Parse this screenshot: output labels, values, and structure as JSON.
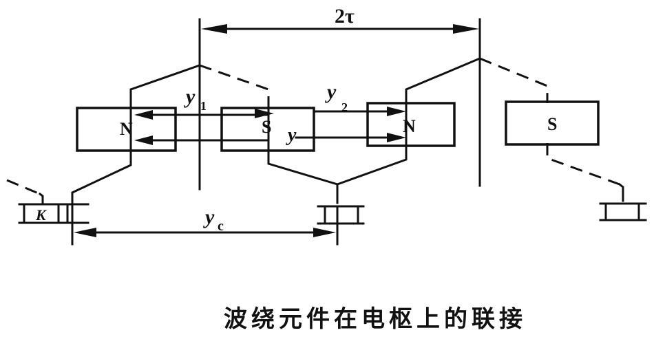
{
  "labels": {
    "pole_spacing": "2τ",
    "front_pitch": "y",
    "front_pitch_sub": "1",
    "back_pitch": "y",
    "back_pitch_sub": "2",
    "resultant_pitch": "y",
    "commutator_pitch": "y",
    "commutator_pitch_sub": "c",
    "commutator_mark": "K"
  },
  "poles": [
    "N",
    "S",
    "N",
    "S"
  ],
  "caption": "波绕元件在电枢上的联接"
}
